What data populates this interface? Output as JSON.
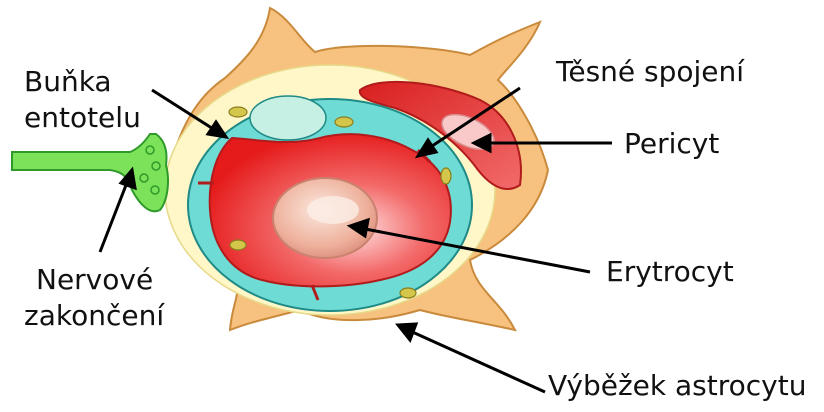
{
  "labels": {
    "bunka_line1": "Buňka",
    "bunka_line2": "entotelu",
    "tesne_spojeni": "Těsné spojení",
    "pericyt": "Pericyt",
    "erytrocyt": "Erytrocyt",
    "nervove_line1": "Nervové",
    "nervove_line2": "zakončení",
    "vybezek_astrocytu": "Výběžek astrocytu"
  },
  "colors": {
    "astrocyte_foot": "#f7c27f",
    "astrocyte_outline": "#c98a3c",
    "basal_membrane": "#fff7c8",
    "endothelium": "#6fdbd5",
    "endothelium_outline": "#1f8a86",
    "blood_lumen": "#ee2a2a",
    "erythrocyte": "#f0b2a0",
    "pericyte": "#e33b3b",
    "nerve": "#7be25a",
    "nerve_outline": "#2f9a2a",
    "mitochondria": "#d4c64a",
    "nucleus": "#c6f0e3",
    "arrow": "#000000"
  }
}
